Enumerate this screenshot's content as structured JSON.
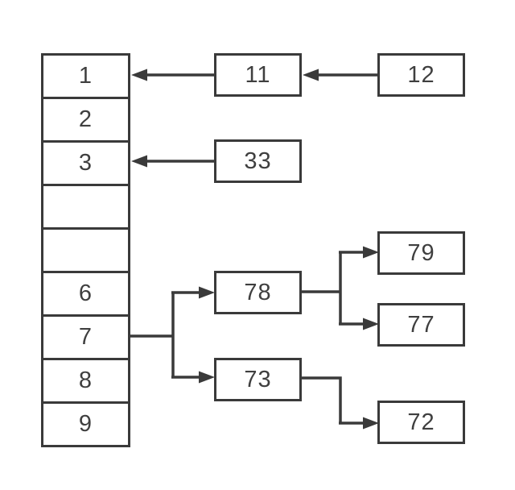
{
  "diagram": {
    "kind": "hash-table-separate-chaining",
    "colors": {
      "stroke": "#3a3a3a",
      "text": "#3f3f3f",
      "box_fill": "#ffffff",
      "background": "#ffffff"
    },
    "array_cells": [
      {
        "label": "1"
      },
      {
        "label": "2"
      },
      {
        "label": "3"
      },
      {
        "label": ""
      },
      {
        "label": ""
      },
      {
        "label": "6"
      },
      {
        "label": "7"
      },
      {
        "label": "8"
      },
      {
        "label": "9"
      }
    ],
    "nodes": {
      "n11": {
        "label": "11"
      },
      "n12": {
        "label": "12"
      },
      "n33": {
        "label": "33"
      },
      "n78": {
        "label": "78"
      },
      "n79": {
        "label": "79"
      },
      "n77": {
        "label": "77"
      },
      "n73": {
        "label": "73"
      },
      "n72": {
        "label": "72"
      }
    },
    "edges": [
      {
        "from": "node-12",
        "to": "node-11",
        "direction": "left"
      },
      {
        "from": "node-11",
        "to": "array-cell-1",
        "direction": "left"
      },
      {
        "from": "node-33",
        "to": "array-cell-3",
        "direction": "left"
      },
      {
        "from": "array-cell-7",
        "to": "node-78",
        "direction": "right"
      },
      {
        "from": "array-cell-7",
        "to": "node-73",
        "direction": "right"
      },
      {
        "from": "node-78",
        "to": "node-79",
        "direction": "right"
      },
      {
        "from": "node-78",
        "to": "node-77",
        "direction": "right"
      },
      {
        "from": "node-73",
        "to": "node-72",
        "direction": "right"
      }
    ]
  }
}
